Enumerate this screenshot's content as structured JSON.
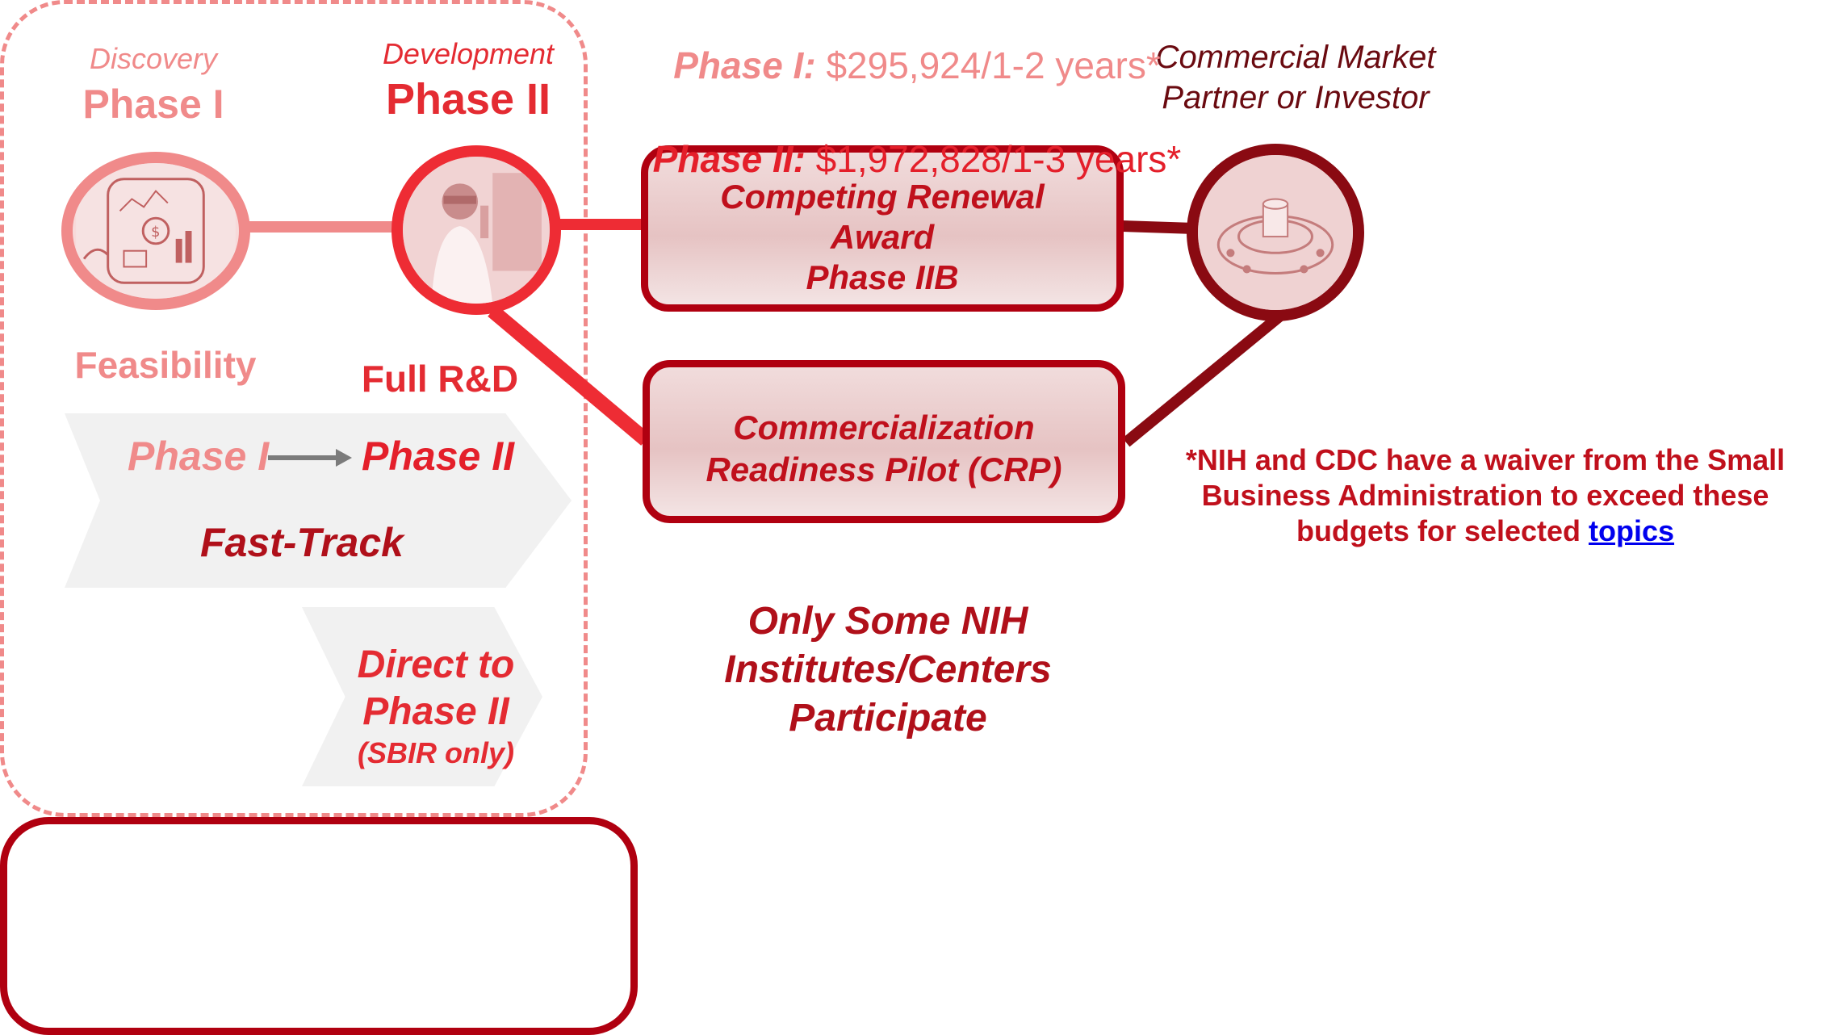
{
  "phase1": {
    "stage": "Discovery",
    "title": "Phase I",
    "descriptor": "Feasibility",
    "image": "data-analysis-sketch-image",
    "color": "#f08a8a"
  },
  "phase2": {
    "stage": "Development",
    "title": "Phase II",
    "descriptor": "Full R&D",
    "image": "scientist-laboratory-image",
    "color": "#ee2c34"
  },
  "commercial": {
    "line1": "Commercial Market",
    "line2": "Partner or Investor",
    "image": "automated-lab-equipment-image",
    "color": "#8a0a12"
  },
  "fast_track": {
    "from": "Phase I",
    "to": "Phase II",
    "label": "Fast-Track"
  },
  "direct_to_phase2": {
    "line1": "Direct to",
    "line2": "Phase II",
    "note": "(SBIR only)"
  },
  "competing_renewal": {
    "line1": "Competing Renewal",
    "line2": "Award",
    "line3": "Phase IIB"
  },
  "crp": {
    "line1": "Commercialization",
    "line2": "Readiness Pilot (CRP)"
  },
  "participation_note": {
    "line1": "Only Some NIH",
    "line2": "Institutes/Centers",
    "line3": "Participate"
  },
  "waiver_note": {
    "line1": "*NIH and CDC have a waiver from the Small",
    "line2": "Business Administration to exceed these",
    "line3_prefix": "budgets for selected ",
    "link": "topics"
  },
  "budgets": {
    "phase1_label": "Phase I:",
    "phase1_value": "$295,924/1-2 years*",
    "phase2_label": "Phase II:",
    "phase2_value": "$1,972,828/1-3 years*"
  },
  "colors": {
    "light_red": "#f08a8a",
    "red": "#ee2c34",
    "dark_red": "#b00010",
    "maroon": "#8a0a12",
    "link_blue": "#0000ee"
  }
}
